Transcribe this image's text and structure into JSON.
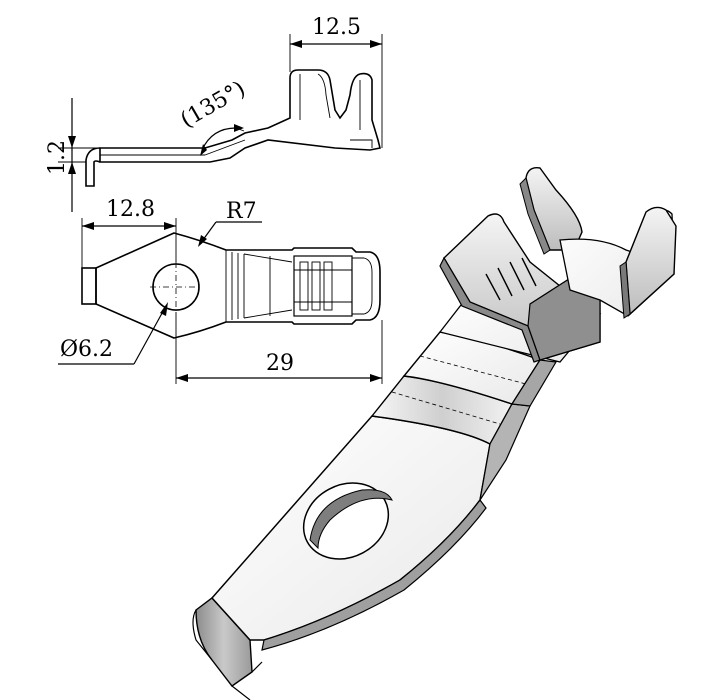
{
  "dimensions": {
    "top_width": "12.5",
    "angle": "(135°)",
    "thickness": "1.2",
    "lug_length": "12.8",
    "radius": "R7",
    "hole_diameter": "Ø6.2",
    "overall_length": "29"
  }
}
